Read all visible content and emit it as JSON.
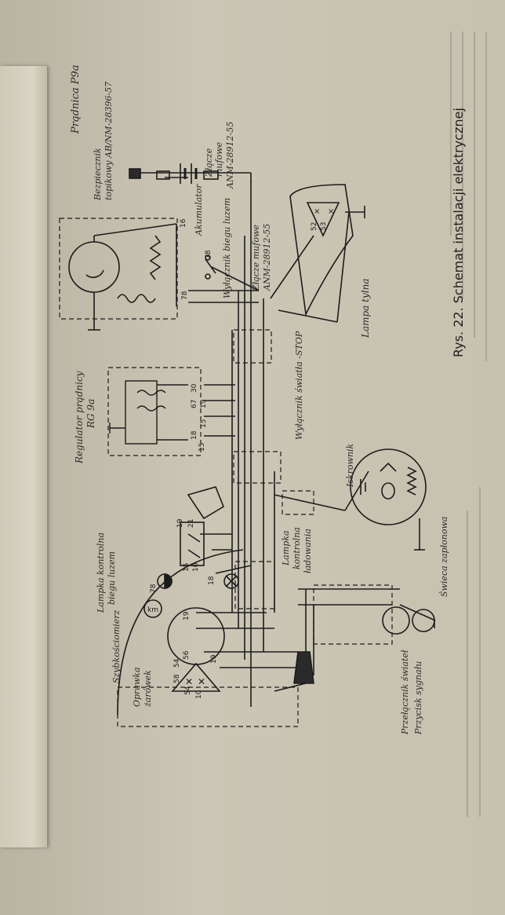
{
  "caption": "Rys. 22. Schemat instalacji elektrycznej",
  "labels": {
    "pradnica": "Prądnica P9a",
    "bezpiecznik": "Bezpiecznik",
    "bezpiecznik2": "topikowy AB/NM-28396-57",
    "akumulator": "Akumulator",
    "zlacze1": "Złącze",
    "zlacze1b": "mufowe",
    "zlacze1c": "ANM-28912-55",
    "wylacznik_luz": "Wyłącznik biegu luzem",
    "zlacze2": "Złącze mufowe",
    "zlacze2b": "ANM-28912-55",
    "lampa_tylna": "Lampa tylna",
    "regulator": "Regulator prądnicy",
    "regulator2": "RG 9a",
    "stop": "Wyłącznik światła -STOP",
    "iskrownik": "Iskrownik",
    "swieca": "Świeca zapłonowa",
    "kontrolka_luz": "Lampka kontrolna",
    "kontrolka_luz2": "biegu luzem",
    "kontrolka_lad": "Lampka",
    "kontrolka_lad2": "kontrolna",
    "kontrolka_lad3": "ładowania",
    "szybkosciomierz": "Szybkościomierz",
    "oprawka": "Oprawka",
    "oprawka2": "żarówek",
    "przelacznik": "Przełącznik świateł",
    "przycisk": "Przycisk sygnału"
  },
  "terminals": [
    "16",
    "78",
    "78",
    "52",
    "53",
    "30",
    "67",
    "19",
    "15",
    "18",
    "15",
    "19",
    "21",
    "15",
    "10",
    "18",
    "78",
    "19",
    "56",
    "54",
    "58",
    "54",
    "10",
    "19"
  ]
}
